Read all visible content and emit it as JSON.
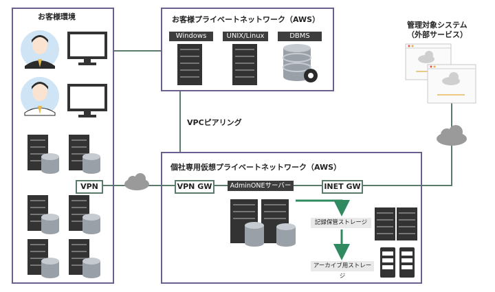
{
  "customer": {
    "title": "お客様環境",
    "vpn_label": "VPN"
  },
  "aws_customer": {
    "title": "お客様プライベートネットワーク（AWS）",
    "systems": [
      "Windows",
      "UNIX/Linux",
      "DBMS"
    ]
  },
  "external": {
    "title_line1": "管理対象システム",
    "title_line2": "（外部サービス）"
  },
  "peering_label": "VPCピアリング",
  "aws_dedicated": {
    "title": "個社専用仮想プライベートネットワーク（AWS）",
    "vpn_gw": "VPN GW",
    "inet_gw": "INET GW",
    "server_label": "AdminONEサーバー",
    "record_storage": "記録保管ストレージ",
    "archive_storage": "アーカイブ用ストレージ"
  },
  "colors": {
    "frame": "#6b5f8f",
    "line": "#5a7a6a",
    "arrow": "#2f8a5f",
    "server": "#333333"
  }
}
